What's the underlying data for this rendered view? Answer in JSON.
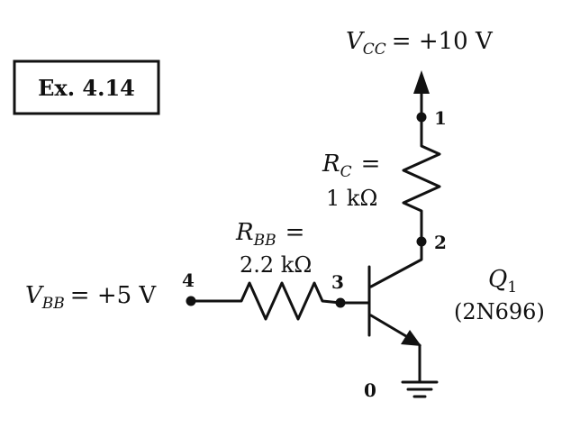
{
  "example_label": "Ex. 4.14",
  "vcc": {
    "symbol": "V",
    "sub": "CC",
    "value": "= +10 V"
  },
  "vbb": {
    "symbol": "V",
    "sub": "BB",
    "value": "= +5 V"
  },
  "rc": {
    "symbol": "R",
    "sub": "C",
    "eq": "=",
    "value": "1 kΩ"
  },
  "rbb": {
    "symbol": "R",
    "sub": "BB",
    "eq": "=",
    "value": "2.2 kΩ"
  },
  "transistor": {
    "symbol": "Q",
    "sub": "1",
    "part": "(2N696)"
  },
  "nodes": {
    "n0": "0",
    "n1": "1",
    "n2": "2",
    "n3": "3",
    "n4": "4"
  }
}
